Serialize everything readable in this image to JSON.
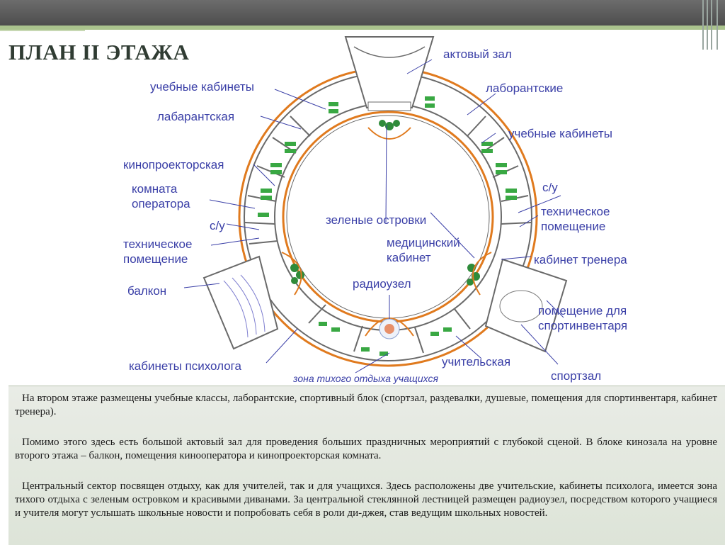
{
  "slide": {
    "title": "ПЛАН II ЭТАЖА"
  },
  "plan_labels": {
    "aktovyi_zal": "актовый зал",
    "uchebnye_kabinety_left": "учебные кабинеты",
    "labarantskaya": "лабарантская",
    "laborantskie": "лаборантские",
    "uchebnye_kabinety_right": "учебные кабинеты",
    "kinoproektorskaya": "кинопроекторская",
    "komnata_operatora": "комната оператора",
    "su_left": "с/у",
    "su_right": "с/у",
    "tekhnicheskoe_left": "техническое помещение",
    "tekhnicheskoe_right": "техническое помещение",
    "zelenye_ostrovki": "зеленые островки",
    "medicinskii_kabinet": "медицинский кабинет",
    "kabinet_trenera": "кабинет тренера",
    "balkon": "балкон",
    "radiouzel": "радиоузел",
    "pomeshchenie_sportinventarya": "помещение для спортинвентаря",
    "kabinety_psikhologa": "кабинеты психолога",
    "uchitelskaya": "учительская",
    "sportzal": "спортзал",
    "zona_tikhogo_otdykha": "зона тихого отдыха учащихся"
  },
  "description": {
    "p1": "На втором этаже размещены учебные классы, лаборантские, спортивный блок (спортзал, раздевалки, душевые, помещения для спортинвентаря, кабинет тренера).",
    "p2": "Помимо этого здесь есть большой актовый зал для проведения больших праздничных мероприятий  с глубокой сценой. В блоке кинозала на уровне второго этажа – балкон, помещения кинооператора и кинопроекторская комната.",
    "p3": "Центральный сектор посвящен отдыху,  как для учителей, так и для учащихся. Здесь расположены две учительские, кабинеты психолога, имеется зона тихого отдыха с зеленым островком и красивыми диванами. За центральной стеклянной лестницей размещен радиоузел, посредством которого учащиеся и учителя  могут услышать школьные новости и попробовать себя в роли ди-джея, став ведущим школьных новостей."
  },
  "colors": {
    "label_blue": "#3a3fa7",
    "title_dark": "#303c33",
    "wall_orange": "#e07a1e",
    "wall_gray": "#6a6a6a",
    "desk_green": "#39a843",
    "accent_green": "#aac38d"
  }
}
